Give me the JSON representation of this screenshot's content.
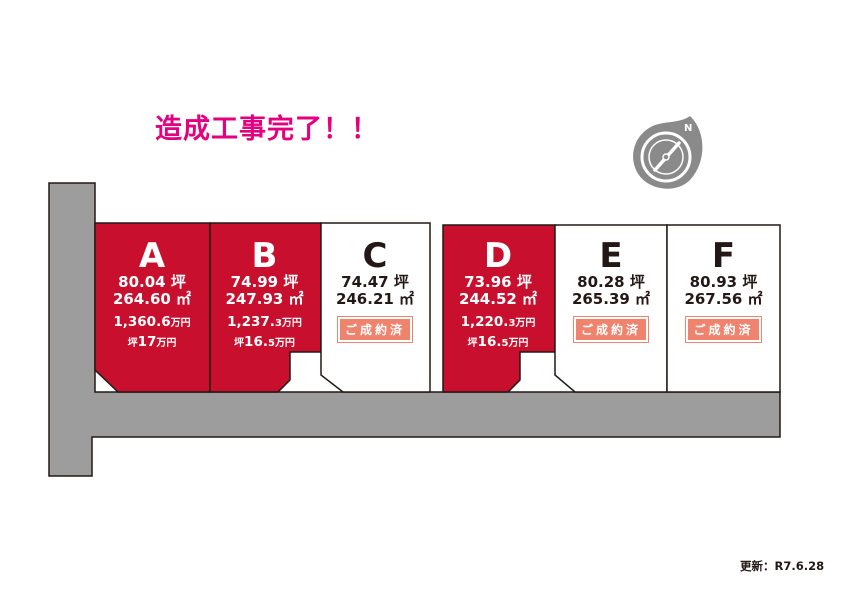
{
  "announcement": "造成工事完了！！",
  "updated": "更新：R7.6.28",
  "colors": {
    "road": "#9e9d9d",
    "available_lot": "#c8102e",
    "contracted_lot": "#ffffff",
    "outline": "#231815",
    "stamp": "#f0836e",
    "announcement": "#e4007f"
  },
  "compass_icon": "compass-icon",
  "lots": [
    {
      "id": "A",
      "tsubo": "80.04 坪",
      "sqm": "264.60 ㎡",
      "status": "available",
      "price_total": "1,360.6",
      "price_total_unit": "万円",
      "price_per_tsubo_prefix": "坪",
      "price_per_tsubo": "17",
      "price_per_tsubo_unit": "万円"
    },
    {
      "id": "B",
      "tsubo": "74.99 坪",
      "sqm": "247.93 ㎡",
      "status": "available",
      "price_total": "1,237.",
      "price_total_small": "3",
      "price_total_unit": "万円",
      "price_per_tsubo_prefix": "坪",
      "price_per_tsubo": "16.",
      "price_per_tsubo_small": "5",
      "price_per_tsubo_unit": "万円"
    },
    {
      "id": "C",
      "tsubo": "74.47 坪",
      "sqm": "246.21 ㎡",
      "status": "contracted",
      "stamp": "ご成約済"
    },
    {
      "id": "D",
      "tsubo": "73.96 坪",
      "sqm": "244.52 ㎡",
      "status": "available",
      "price_total": "1,220.",
      "price_total_small": "3",
      "price_total_unit": "万円",
      "price_per_tsubo_prefix": "坪",
      "price_per_tsubo": "16.",
      "price_per_tsubo_small": "5",
      "price_per_tsubo_unit": "万円"
    },
    {
      "id": "E",
      "tsubo": "80.28 坪",
      "sqm": "265.39 ㎡",
      "status": "contracted",
      "stamp": "ご成約済"
    },
    {
      "id": "F",
      "tsubo": "80.93 坪",
      "sqm": "267.56 ㎡",
      "status": "contracted",
      "stamp": "ご成約済"
    }
  ]
}
